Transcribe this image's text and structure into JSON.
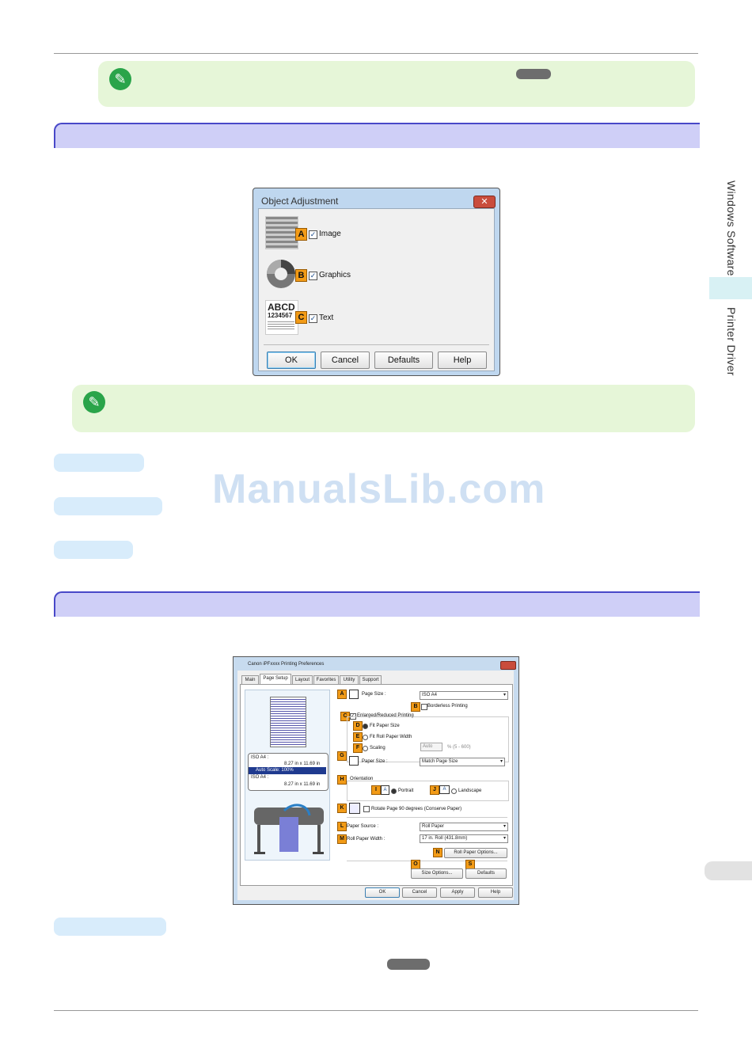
{
  "side": {
    "tab1": "Windows Software",
    "tab2": "Printer Driver"
  },
  "watermark": "ManualsLib.com",
  "dialog1": {
    "title": "Object Adjustment",
    "close": "✕",
    "items": [
      {
        "badge": "A",
        "label": "Image"
      },
      {
        "badge": "B",
        "label": "Graphics"
      },
      {
        "badge": "C",
        "label": "Text"
      }
    ],
    "text_thumb": {
      "line1": "ABCD",
      "line2": "1234567"
    },
    "buttons": {
      "ok": "OK",
      "cancel": "Cancel",
      "defaults": "Defaults",
      "help": "Help"
    }
  },
  "dialog2": {
    "title": "Canon iPFxxxx Printing Preferences",
    "tabs": [
      "Main",
      "Page Setup",
      "Layout",
      "Favorites",
      "Utility",
      "Support"
    ],
    "preview": {
      "paper1_label": "ISO A4 :",
      "paper1_size": "8.27 in x 11.69 in",
      "auto_scale": "Auto Scale: 100%",
      "paper2_label": "ISO A4 :",
      "paper2_size": "8.27 in x 11.69 in"
    },
    "badges": [
      "A",
      "B",
      "C",
      "D",
      "E",
      "F",
      "G",
      "H",
      "I",
      "J",
      "K",
      "L",
      "M",
      "N",
      "O",
      "S"
    ],
    "page_size_label": "Page Size :",
    "page_size_value": "ISO A4",
    "borderless": "Borderless Printing",
    "enlarged": "Enlarged/Reduced Printing",
    "fit_paper": "Fit Paper Size",
    "fit_roll": "Fit Roll Paper Width",
    "scaling": "Scaling",
    "scaling_value": "Auto",
    "scaling_range": "% (5 - 600)",
    "paper_size_label": "Paper Size :",
    "paper_size_value": "Match Page Size",
    "orientation": "Orientation",
    "portrait": "Portrait",
    "landscape": "Landscape",
    "rotate": "Rotate Page 90 degrees (Conserve Paper)",
    "paper_source_label": "Paper Source :",
    "paper_source_value": "Roll Paper",
    "roll_width_label": "Roll Paper Width :",
    "roll_width_value": "17 in. Roll (431.8mm)",
    "roll_options": "Roll Paper Options...",
    "size_options": "Size Options...",
    "defaults": "Defaults",
    "buttons": {
      "ok": "OK",
      "cancel": "Cancel",
      "apply": "Apply",
      "help": "Help"
    }
  }
}
